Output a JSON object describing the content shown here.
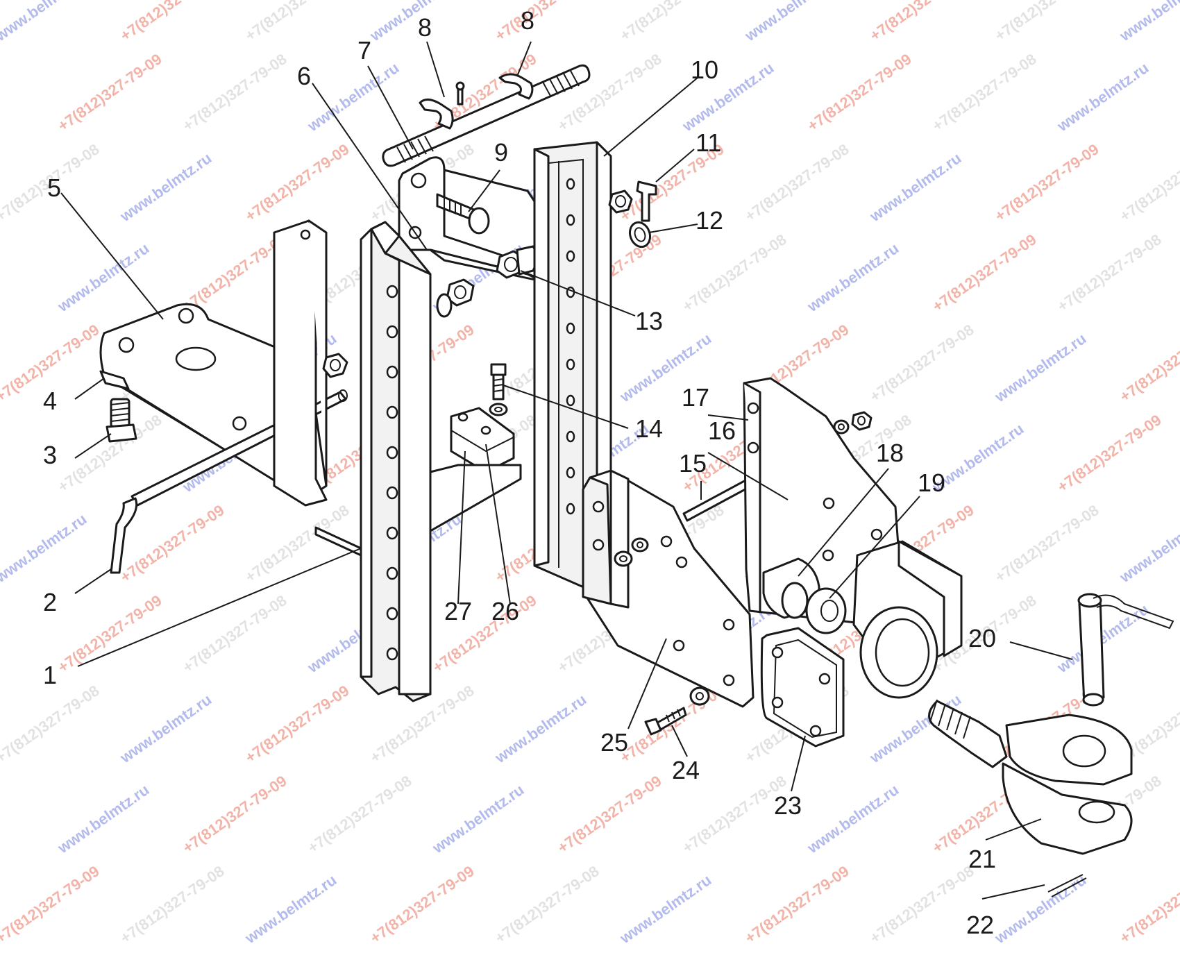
{
  "watermarks": {
    "site": "www.belmtz.ru",
    "phone": "+7(812)327-79-09",
    "phone_alt": "+7(812)327-79-08"
  },
  "callouts": [
    {
      "id": "1",
      "label": "1"
    },
    {
      "id": "2",
      "label": "2"
    },
    {
      "id": "3",
      "label": "3"
    },
    {
      "id": "4",
      "label": "4"
    },
    {
      "id": "5",
      "label": "5"
    },
    {
      "id": "6",
      "label": "6"
    },
    {
      "id": "7",
      "label": "7"
    },
    {
      "id": "8a",
      "label": "8"
    },
    {
      "id": "8b",
      "label": "8"
    },
    {
      "id": "9",
      "label": "9"
    },
    {
      "id": "10",
      "label": "10"
    },
    {
      "id": "11",
      "label": "11"
    },
    {
      "id": "12",
      "label": "12"
    },
    {
      "id": "13",
      "label": "13"
    },
    {
      "id": "14",
      "label": "14"
    },
    {
      "id": "15",
      "label": "15"
    },
    {
      "id": "16",
      "label": "16"
    },
    {
      "id": "17",
      "label": "17"
    },
    {
      "id": "18",
      "label": "18"
    },
    {
      "id": "19",
      "label": "19"
    },
    {
      "id": "20",
      "label": "20"
    },
    {
      "id": "21",
      "label": "21"
    },
    {
      "id": "22",
      "label": "22"
    },
    {
      "id": "23",
      "label": "23"
    },
    {
      "id": "24",
      "label": "24"
    },
    {
      "id": "25",
      "label": "25"
    },
    {
      "id": "26",
      "label": "26"
    },
    {
      "id": "27",
      "label": "27"
    }
  ]
}
